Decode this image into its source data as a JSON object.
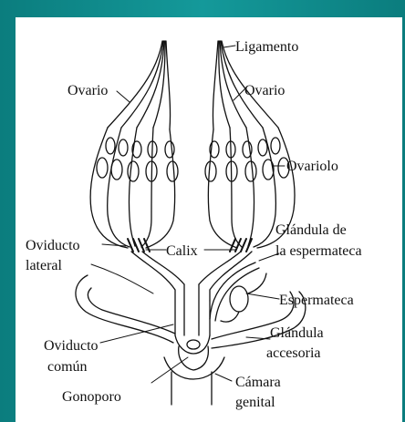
{
  "diagram": {
    "labels": {
      "ligamento": "Ligamento",
      "ovario_left": "Ovario",
      "ovario_right": "Ovario",
      "ovariolo": "Ovariolo",
      "glandula_de": "Glándula de",
      "la_espermateca": "la espermateca",
      "oviducto": "Oviducto",
      "lateral": "lateral",
      "calix": "Calix",
      "espermateca": "Espermateca",
      "glandula": "Glándula",
      "accesoria": "accesoria",
      "oviducto2": "Oviducto",
      "comun": "común",
      "camara": "Cámara",
      "genital": "genital",
      "gonoporo": "Gonoporo"
    },
    "colors": {
      "frame": "#118b8b",
      "panel": "#ffffff",
      "ink": "#111111"
    }
  }
}
